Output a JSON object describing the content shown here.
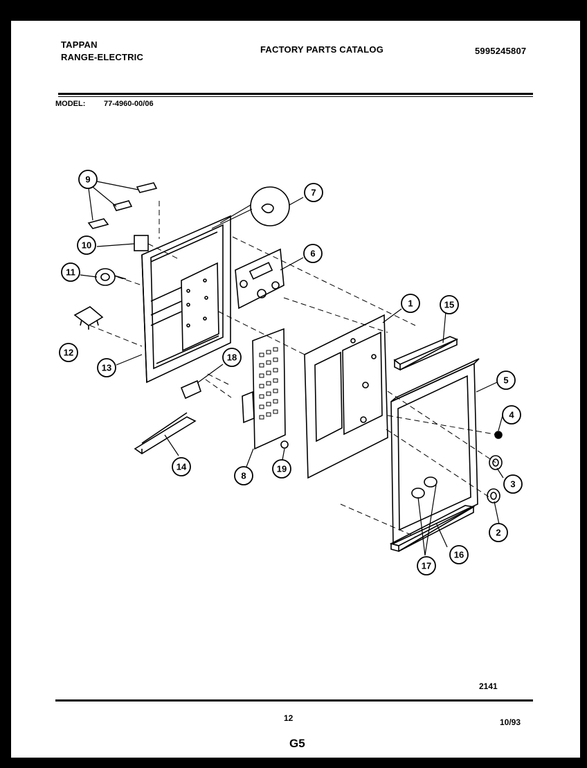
{
  "header": {
    "brand": "TAPPAN",
    "product": "RANGE-ELECTRIC",
    "catalog_title": "FACTORY PARTS CATALOG",
    "catalog_number": "5995245807",
    "model_label": "MODEL:",
    "model_value": "77-4960-00/06"
  },
  "diagram": {
    "callouts": [
      "9",
      "7",
      "10",
      "6",
      "11",
      "1",
      "15",
      "12",
      "13",
      "18",
      "5",
      "4",
      "14",
      "8",
      "19",
      "3",
      "2",
      "17",
      "16"
    ]
  },
  "footer": {
    "drawing_code": "2141",
    "page_number": "12",
    "date": "10/93",
    "section": "G5"
  },
  "colors": {
    "ink": "#000000",
    "paper": "#ffffff",
    "border": "#000000"
  }
}
